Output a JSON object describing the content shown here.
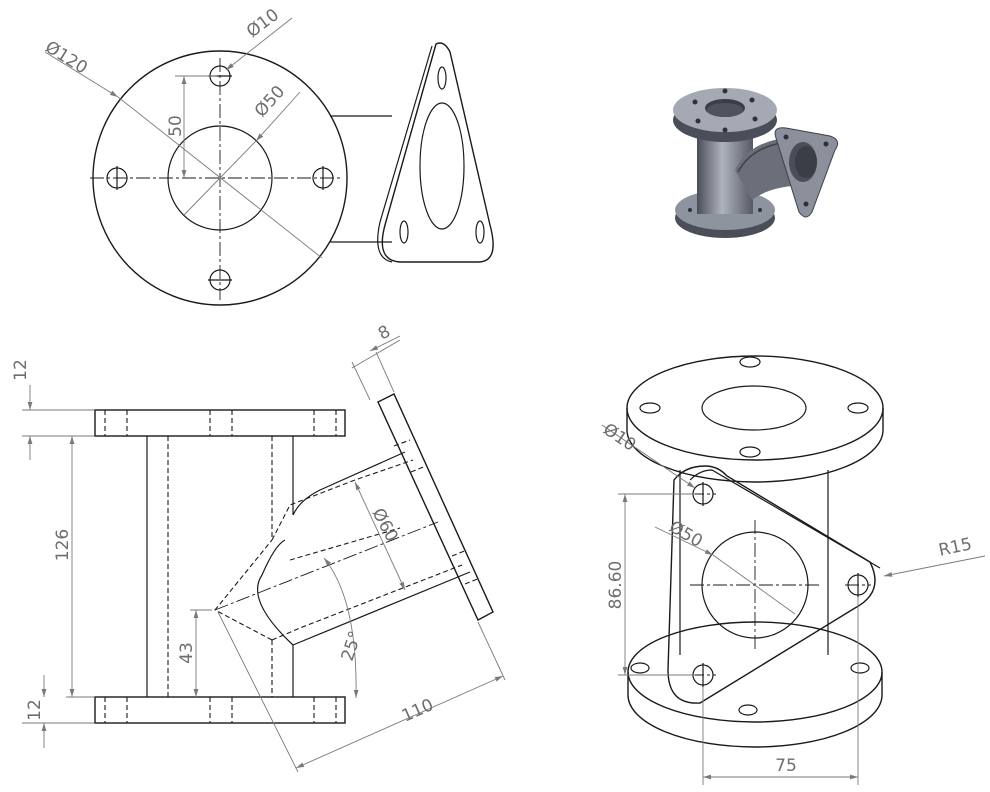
{
  "dimensions": {
    "front_outer_diameter": "Ø120",
    "front_hole_diameter": "Ø10",
    "front_bore_diameter": "Ø50",
    "front_bolt_radius": "50",
    "flange_thickness_top": "12",
    "flange_thickness_bottom": "12",
    "pipe_length": "126",
    "branch_height": "43",
    "branch_flange_thickness": "8",
    "branch_bore_diameter": "Ø60",
    "branch_angle": "25°",
    "branch_length": "110",
    "iso_hole_diameter": "Ø10",
    "iso_bore_diameter": "Ø50",
    "iso_corner_radius": "R15",
    "iso_hole_spacing_vertical": "86.60",
    "iso_hole_spacing_horizontal": "75"
  },
  "colors": {
    "line": "#1a1a1a",
    "dimension": "#7a7a7a",
    "render_face": "#9da2ad",
    "render_dark": "#4a4e58",
    "render_light": "#c9cdd6"
  }
}
